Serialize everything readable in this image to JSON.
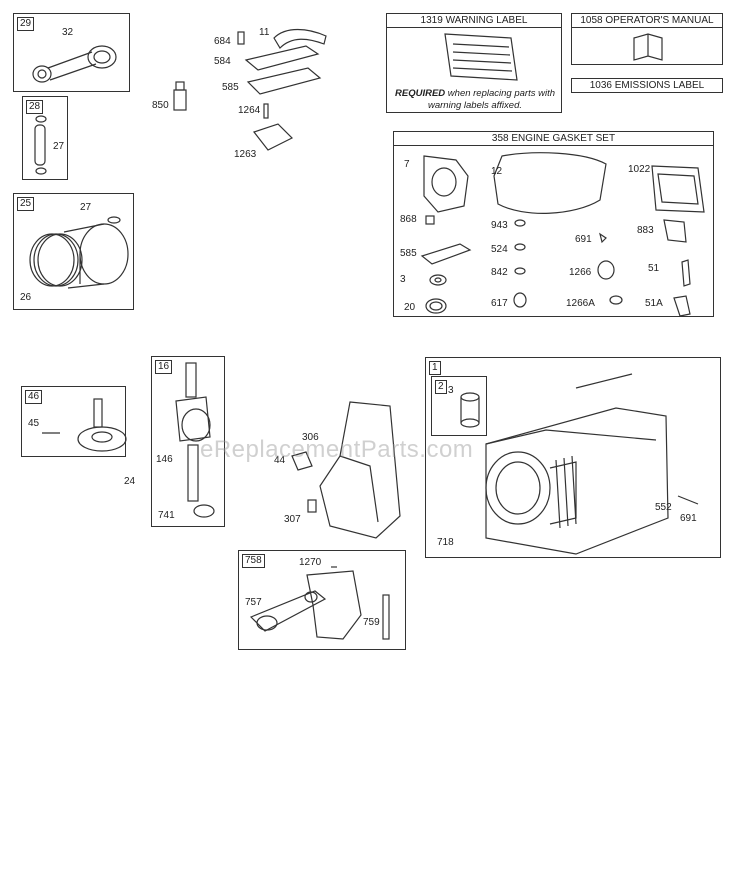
{
  "boxes": {
    "b29": {
      "tag": "29",
      "labels": [
        "32"
      ]
    },
    "b28": {
      "tag": "28",
      "labels": [
        "27"
      ]
    },
    "b25": {
      "tag": "25",
      "labels": [
        "27",
        "26"
      ]
    },
    "b46": {
      "tag": "46",
      "labels": [
        "45"
      ]
    },
    "b16": {
      "tag": "16",
      "labels": [
        "146",
        "741"
      ]
    },
    "b758": {
      "tag": "758",
      "labels": [
        "1270",
        "757",
        "759"
      ]
    },
    "b1": {
      "tag": "1",
      "labels": [
        "552",
        "691",
        "718"
      ]
    },
    "b2": {
      "tag": "2",
      "labels": [
        "3"
      ]
    }
  },
  "loose_labels": [
    "684",
    "11",
    "584",
    "585",
    "850",
    "1264",
    "1263",
    "24",
    "306",
    "44",
    "307"
  ],
  "warning": {
    "title": "1319 WARNING LABEL",
    "req_bold": "REQUIRED",
    "req_rest": " when replacing parts with warning labels affixed."
  },
  "manual": {
    "title": "1058 OPERATOR'S MANUAL"
  },
  "emissions": {
    "title": "1036 EMISSIONS LABEL"
  },
  "gasket": {
    "title": "358 ENGINE GASKET SET",
    "labels": [
      "7",
      "12",
      "1022",
      "868",
      "943",
      "883",
      "691",
      "524",
      "585",
      "51",
      "3",
      "842",
      "1266",
      "20",
      "617",
      "1266A",
      "51A"
    ]
  },
  "watermark": "eReplacementParts.com"
}
